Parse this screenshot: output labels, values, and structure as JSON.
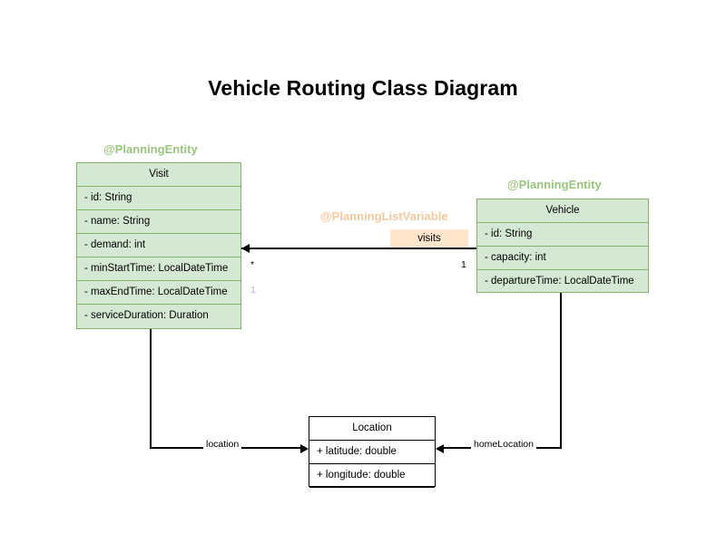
{
  "title": "Vehicle Routing Class Diagram",
  "classes": {
    "visit": {
      "stereotype": "@PlanningEntity",
      "name": "Visit",
      "attributes": [
        "- id: String",
        "- name: String",
        "- demand: int",
        "- minStartTime: LocalDateTime",
        "- maxEndTime: LocalDateTime",
        "- serviceDuration: Duration"
      ]
    },
    "vehicle": {
      "stereotype": "@PlanningEntity",
      "name": "Vehicle",
      "attributes": [
        "- id: String",
        "- capacity: int",
        "- departureTime: LocalDateTime"
      ]
    },
    "location": {
      "name": "Location",
      "attributes": [
        "+ latitude: double",
        "+ longitude: double"
      ]
    }
  },
  "associations": {
    "visits": {
      "stereotype": "@PlanningListVariable",
      "label": "visits",
      "source_multiplicity": "1",
      "target_multiplicity": "*",
      "extra_multiplicity": "1"
    },
    "location": {
      "label": "location"
    },
    "home_location": {
      "label": "homeLocation"
    }
  },
  "colors": {
    "entity_fill": "#d5e8d4",
    "entity_border": "#82b366",
    "stereotype_green": "#9ac57f",
    "stereotype_orange": "#f5c9a0",
    "badge_fill": "#ffe6cc",
    "plain_border": "#000000",
    "background": "#ffffff"
  }
}
